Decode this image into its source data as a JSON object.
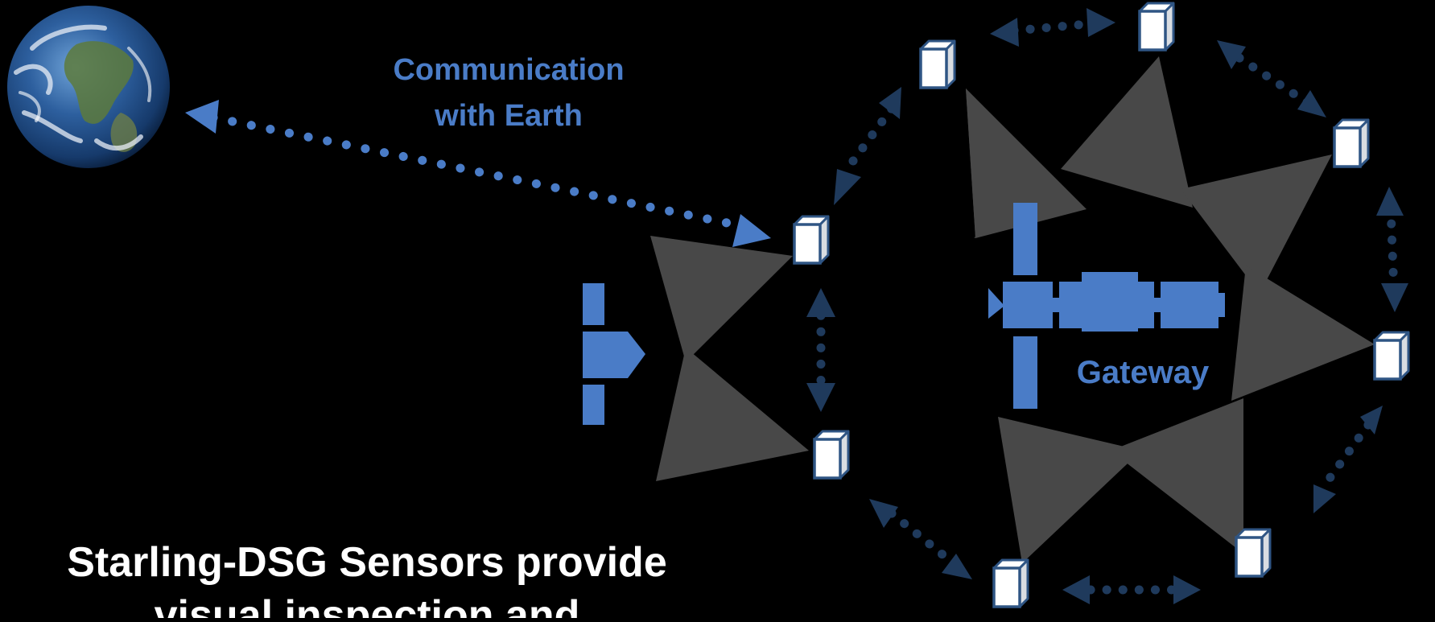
{
  "labels": {
    "earth_comm_line1": "Communication",
    "earth_comm_line2": "with Earth",
    "gateway": "Gateway",
    "caption_line1": "Starling-DSG Sensors provide",
    "caption_line2": "visual inspection and"
  },
  "colors": {
    "background": "#000000",
    "accent_blue": "#4a7cc7",
    "link_dark": "#1f3a5c",
    "cube_edge": "#2f5584",
    "sensor_cone": "#5a5a5a"
  },
  "icons": {
    "earth": "earth-globe-icon",
    "sensor": "sensor-cube-icon",
    "spacecraft": "spacecraft-silhouette-icon"
  }
}
